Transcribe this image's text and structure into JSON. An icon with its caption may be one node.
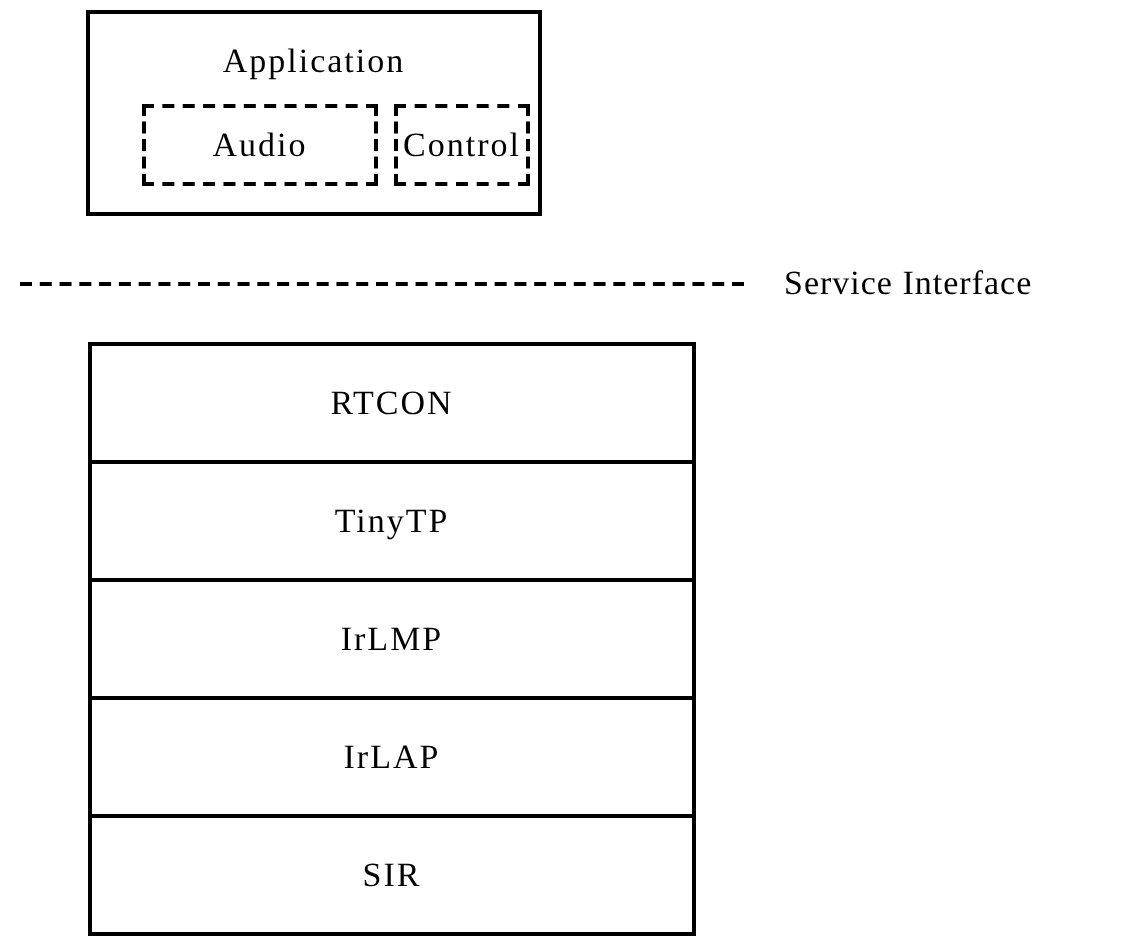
{
  "diagram": {
    "nodes": [
      {
        "text": [
          "Application"
        ]
      },
      {
        "text": [
          "Audio"
        ],
        "in": 0
      },
      {
        "text": [
          "Control"
        ],
        "in": 0
      },
      {
        "text": [
          "RTCON"
        ]
      },
      {
        "text": [
          "TinyTP"
        ]
      },
      {
        "text": [
          "IrLMP"
        ]
      },
      {
        "text": [
          "IrLAP"
        ]
      },
      {
        "text": [
          "SIR"
        ]
      }
    ],
    "labels": [
      "Service Interface"
    ]
  }
}
